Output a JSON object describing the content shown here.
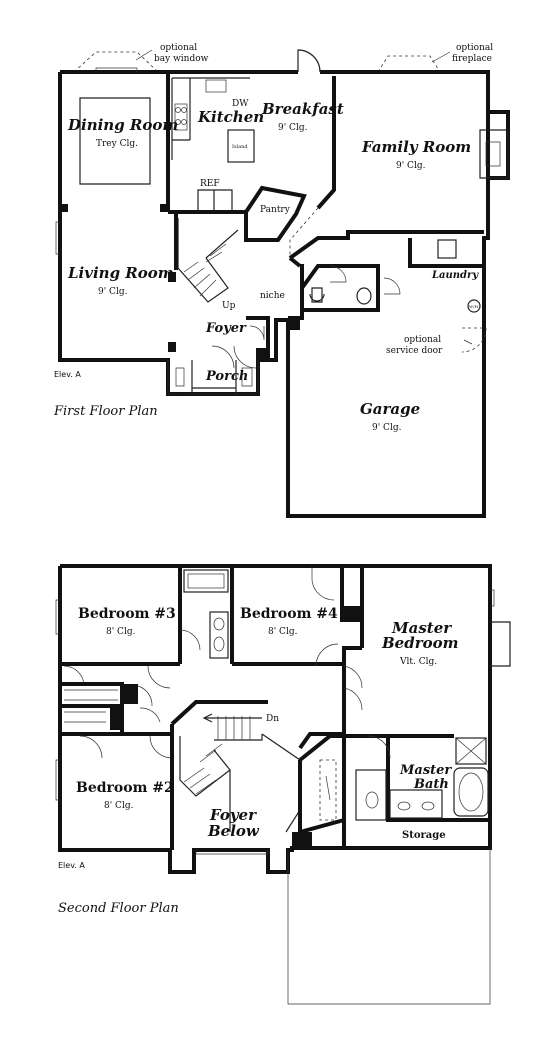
{
  "first_floor": {
    "title": "First Floor Plan",
    "elevation": "Elev. A",
    "notes": {
      "bay_window_1": "optional",
      "bay_window_2": "bay window",
      "fireplace_1": "optional",
      "fireplace_2": "fireplace",
      "service_door_1": "optional",
      "service_door_2": "service door"
    },
    "rooms": {
      "dining": {
        "name": "Dining Room",
        "ceiling": "Trey Clg."
      },
      "kitchen": {
        "name": "Kitchen"
      },
      "breakfast": {
        "name": "Breakfast",
        "ceiling": "9' Clg."
      },
      "family": {
        "name": "Family Room",
        "ceiling": "9' Clg."
      },
      "living": {
        "name": "Living Room",
        "ceiling": "9' Clg."
      },
      "foyer": {
        "name": "Foyer"
      },
      "porch": {
        "name": "Porch"
      },
      "garage": {
        "name": "Garage",
        "ceiling": "9' Clg."
      },
      "laundry": {
        "name": "Laundry"
      },
      "pantry": {
        "name": "Pantry"
      }
    },
    "labels": {
      "dw": "DW",
      "ref": "REF",
      "island": "Island",
      "up": "Up",
      "niche": "niche",
      "wh": "W/H"
    }
  },
  "second_floor": {
    "title": "Second Floor Plan",
    "elevation": "Elev. A",
    "rooms": {
      "bed3": {
        "name": "Bedroom #3",
        "ceiling": "8' Clg."
      },
      "bed4": {
        "name": "Bedroom #4",
        "ceiling": "8' Clg."
      },
      "master_1": {
        "name": "Master"
      },
      "master_2": {
        "name": "Bedroom",
        "ceiling": "Vlt. Clg."
      },
      "bed2": {
        "name": "Bedroom #2",
        "ceiling": "8' Clg."
      },
      "foyer_below_1": {
        "name": "Foyer"
      },
      "foyer_below_2": {
        "name": "Below"
      },
      "master_bath_1": {
        "name": "Master"
      },
      "master_bath_2": {
        "name": "Bath"
      },
      "storage": {
        "name": "Storage"
      }
    },
    "labels": {
      "dn": "Dn"
    }
  }
}
